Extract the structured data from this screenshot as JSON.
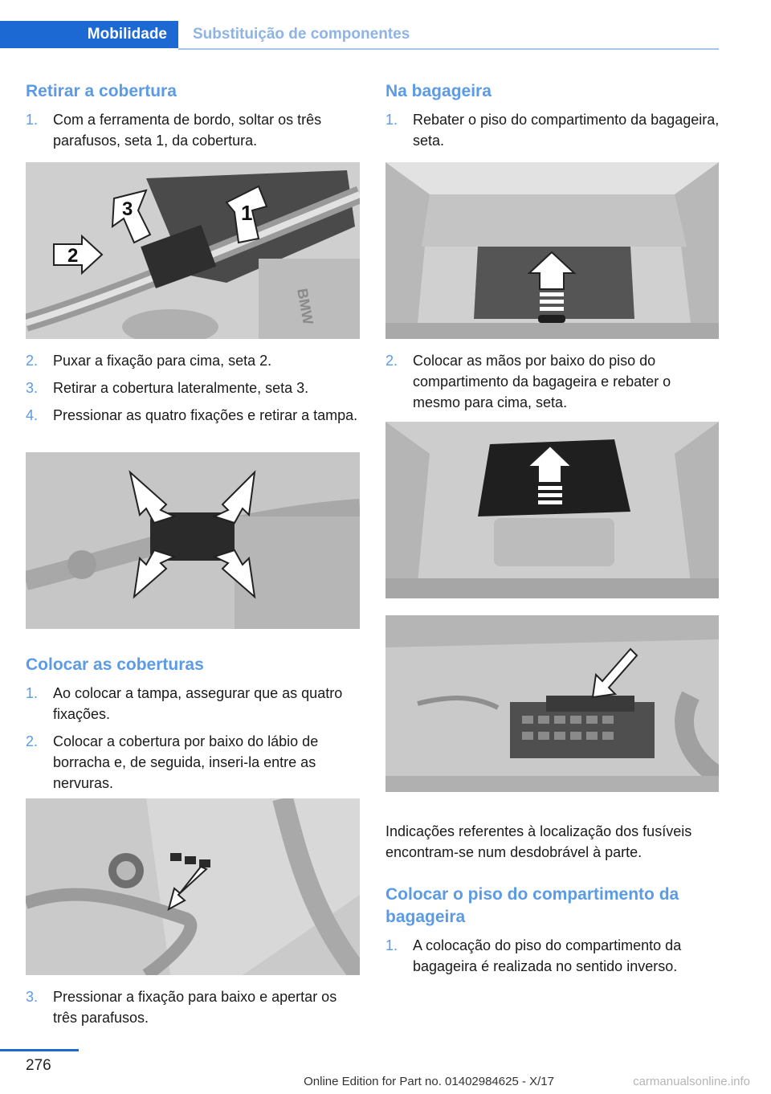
{
  "header": {
    "active_tab": "Mobilidade",
    "inactive_tab": "Substituição de componentes"
  },
  "left": {
    "section1": {
      "heading": "Retirar a cobertura",
      "steps": [
        {
          "num": "1.",
          "text": "Com a ferramenta de bordo, soltar os três parafusos, seta 1, da cobertura."
        },
        {
          "num": "2.",
          "text": "Puxar a fixação para cima, seta 2."
        },
        {
          "num": "3.",
          "text": "Retirar a cobertura lateralmente, seta 3."
        },
        {
          "num": "4.",
          "text": "Pressionar as quatro fixações e retirar a tampa."
        }
      ],
      "fig1_labels": {
        "a": "1",
        "b": "2",
        "c": "3",
        "brand": "BMW"
      }
    },
    "section2": {
      "heading": "Colocar as coberturas",
      "steps": [
        {
          "num": "1.",
          "text": "Ao colocar a tampa, assegurar que as quatro fixações."
        },
        {
          "num": "2.",
          "text": "Colocar a cobertura por baixo do lábio de borracha e, de seguida, inseri-la entre as nervuras."
        },
        {
          "num": "3.",
          "text": "Pressionar a fixação para baixo e apertar os três parafusos."
        }
      ]
    }
  },
  "right": {
    "section1": {
      "heading": "Na bagageira",
      "steps": [
        {
          "num": "1.",
          "text": "Rebater o piso do compartimento da bagageira, seta."
        },
        {
          "num": "2.",
          "text": "Colocar as mãos por baixo do piso do compartimento da bagageira e rebater o mesmo para cima, seta."
        }
      ]
    },
    "note": "Indicações referentes à localização dos fusíveis encontram-se num desdobrável à parte.",
    "section2": {
      "heading": "Colocar o piso do compartimento da bagageira",
      "steps": [
        {
          "num": "1.",
          "text": "A colocação do piso do compartimento da bagageira é realizada no sentido inverso."
        }
      ]
    }
  },
  "footer": {
    "page_number": "276",
    "edition": "Online Edition for Part no. 01402984625 - X/17",
    "watermark": "carmanualsonline.info"
  }
}
